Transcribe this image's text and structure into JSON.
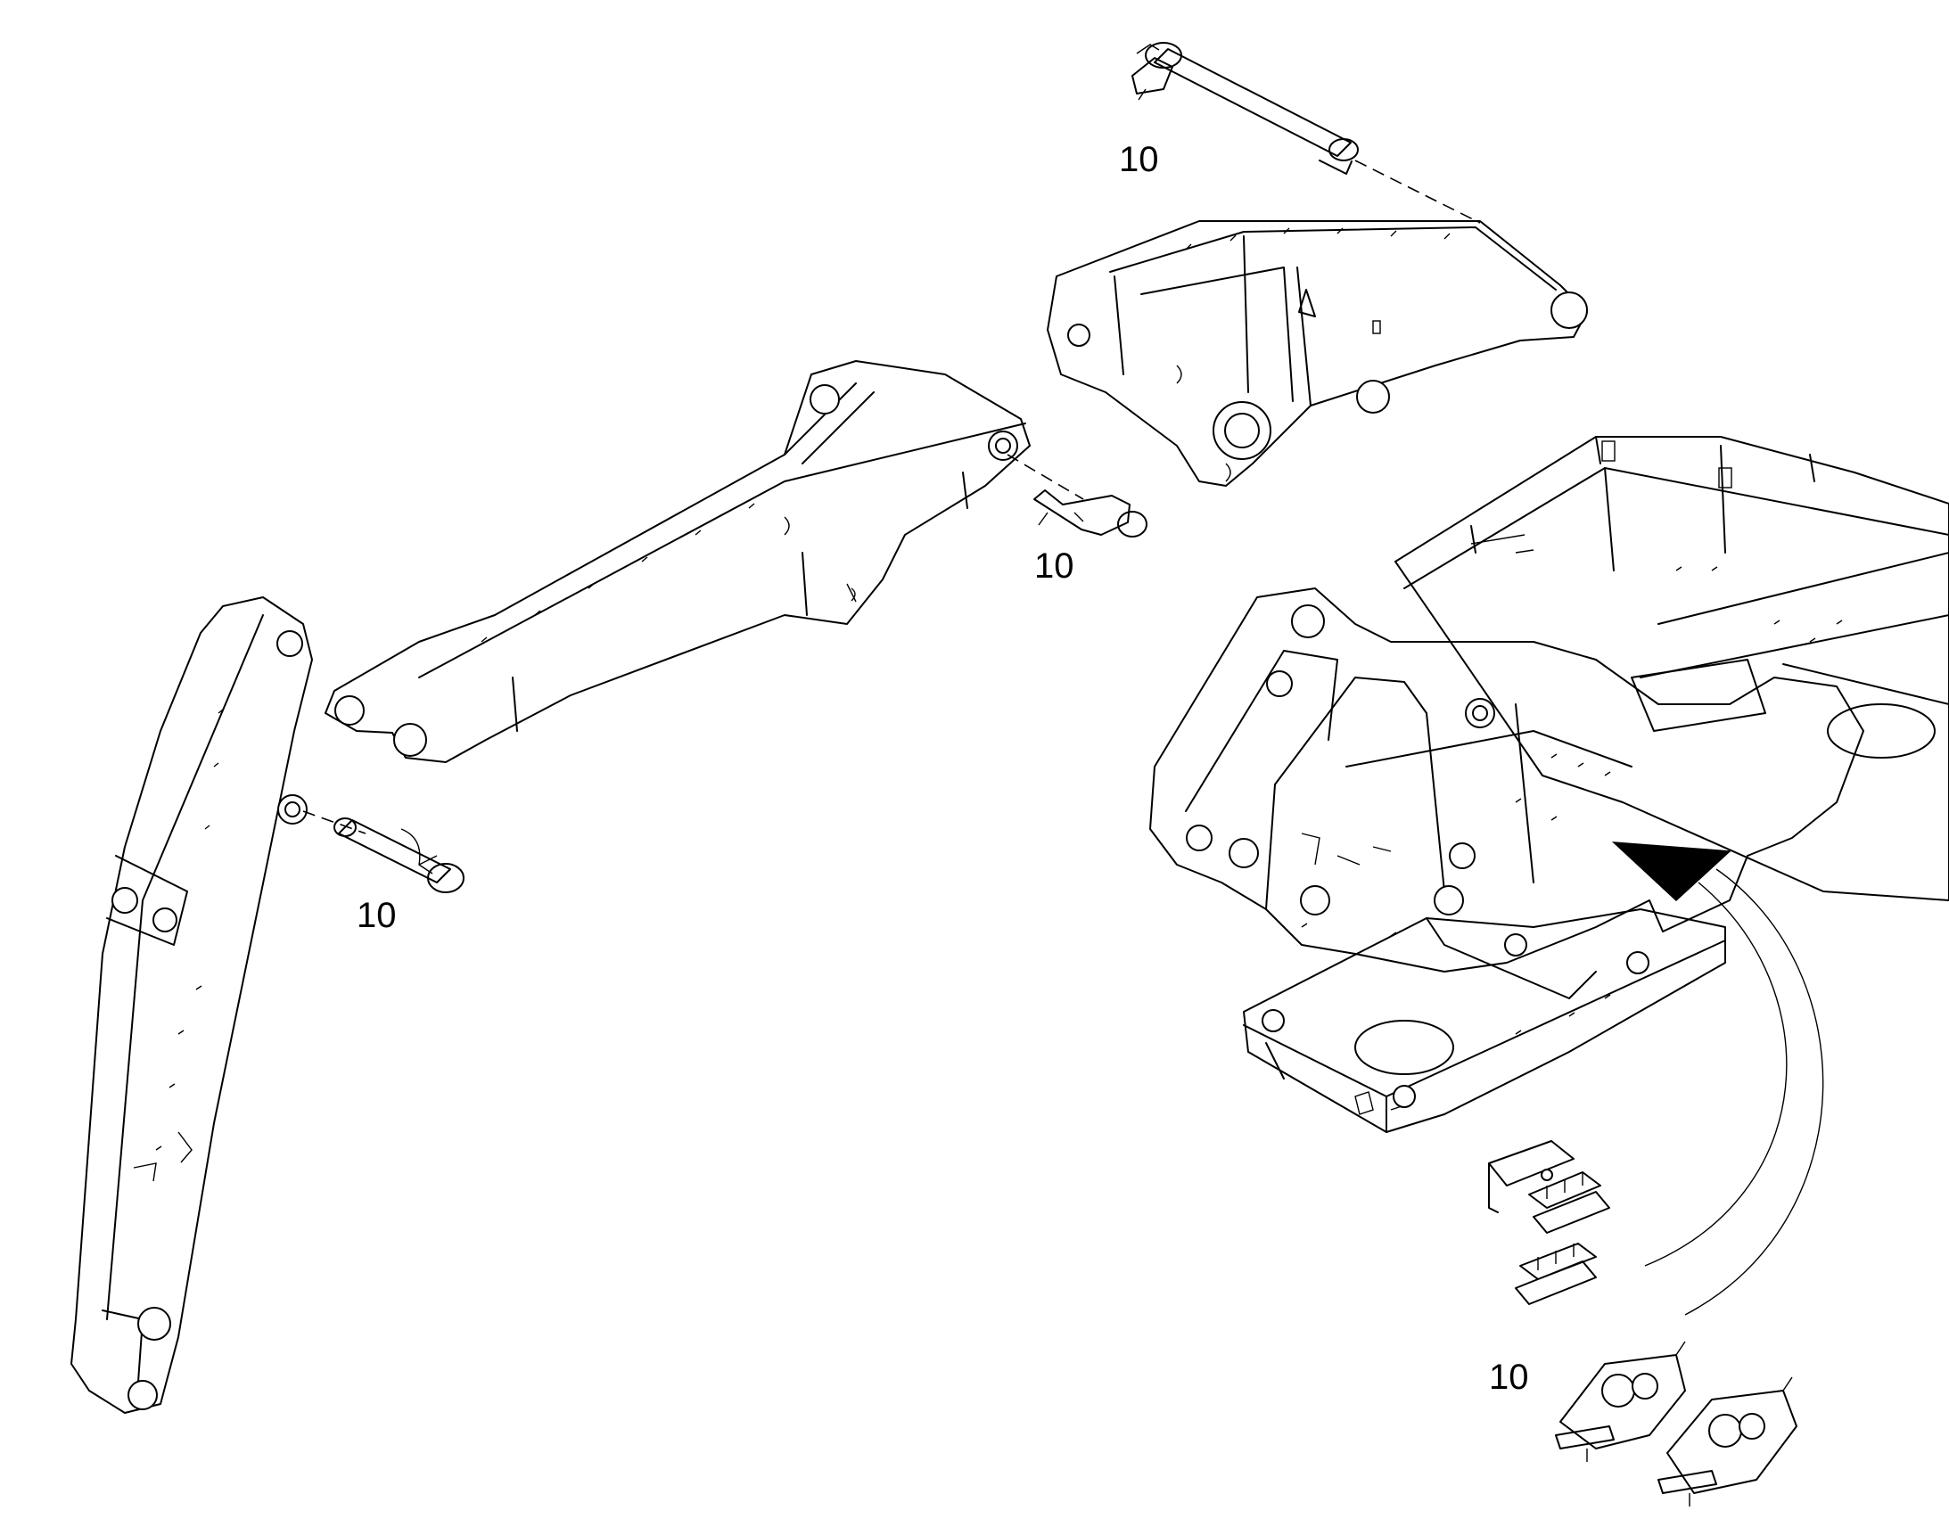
{
  "callouts": [
    {
      "id": "pin-top",
      "text": "10"
    },
    {
      "id": "pin-boom",
      "text": "10"
    },
    {
      "id": "pin-arm",
      "text": "10"
    },
    {
      "id": "valve-block",
      "text": "10"
    }
  ]
}
